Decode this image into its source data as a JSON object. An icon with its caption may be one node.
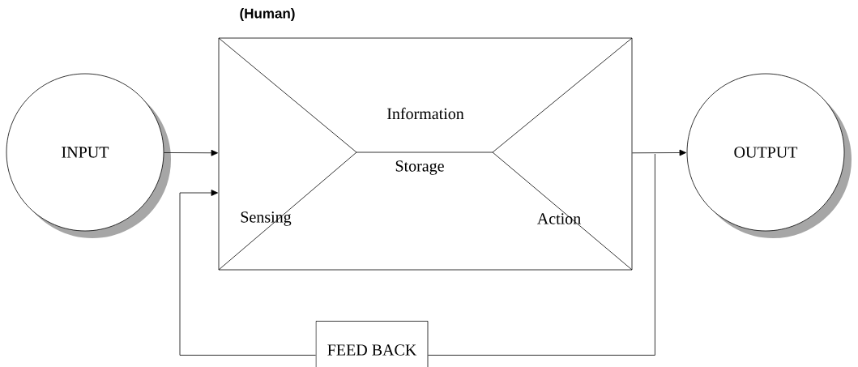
{
  "diagram": {
    "nodes": [
      {
        "text": [
          "INPUT"
        ]
      },
      {
        "text": [
          "(Human)",
          "Information",
          "Storage",
          "Sensing",
          "Action"
        ]
      },
      {
        "text": [
          "OUTPUT"
        ]
      },
      {
        "text": [
          "FEED BACK"
        ]
      }
    ],
    "edges": [
      {
        "from": 0,
        "to": 1,
        "arrow": "to"
      },
      {
        "from": 1,
        "to": 2,
        "arrow": "to"
      },
      {
        "from": 1,
        "to": 3,
        "arrow": "none"
      },
      {
        "from": 3,
        "to": 1,
        "arrow": "to"
      }
    ]
  }
}
